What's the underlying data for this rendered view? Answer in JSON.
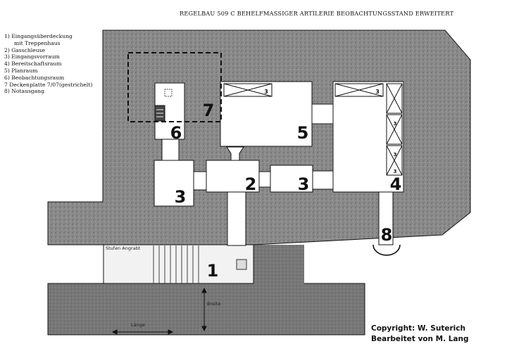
{
  "title": "REGELBAU 509 C  BEHELFMASSIGER ARTILERIE BEOBACHTUNGSSTAND ERWEITERT",
  "legend": [
    "1) Eingangsüberdeckung",
    "    mit Treppenhaus",
    "2) Gasschleuse",
    "3) Eingangsvorraum",
    "4) Bereitschaftsraum",
    "5) Planraum",
    "6) Beobachtungsraum",
    "7 Deckenplatte 7/07(gestrichelt)",
    "8) Notausgang"
  ],
  "room_numbers": {
    "r1": "1",
    "r2": "2",
    "r3a": "3",
    "r3b": "3",
    "r4": "4",
    "r5": "5",
    "r6": "6",
    "r7": "7",
    "r8": "8"
  },
  "bunk_labels": [
    "3",
    "3",
    "3",
    "3",
    "3"
  ],
  "labels": {
    "stairs": "Stufen Angrabt",
    "breite": "Breite",
    "laenge": "Länge"
  },
  "copyright": {
    "line1": "Copyright: W. Suterich",
    "line2": "Bearbeitet von M. Lang"
  },
  "colors": {
    "concrete": "#8a8a8a",
    "room": "#ffffff",
    "line": "#111111",
    "ground": "#777777",
    "entrance": "#f2f2f2"
  }
}
